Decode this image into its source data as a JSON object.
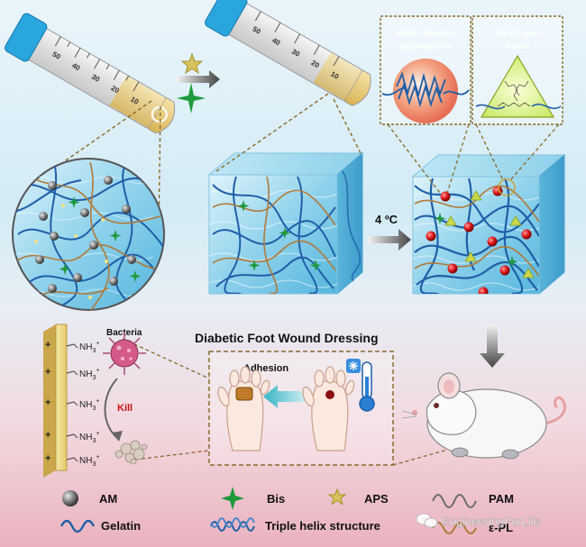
{
  "figure": {
    "labels": {
      "hydrophobic_line1": "Hydrophobic",
      "hydrophobic_line2": "aggregation",
      "hydrogen_line1": "Hydrogen",
      "hydrogen_line2": "bond",
      "temperature": "4 ºC",
      "dressing_title": "Diabetic Foot Wound Dressing",
      "adhesion": "Adhesion",
      "bacteria": "Bacteria",
      "kill": "Kill",
      "ammonium": "NH",
      "ammonium_charge": "3",
      "ammonium_plus": "+",
      "plus_sign": "+"
    },
    "tube_scale": [
      "50",
      "40",
      "30",
      "20",
      "10"
    ],
    "legend": {
      "am": "AM",
      "bis": "Bis",
      "aps": "APS",
      "pam": "PAM",
      "gelatin": "Gelatin",
      "triple_helix": "Triple helix structure",
      "epl": "ε-PL"
    },
    "watermark": "EngineeringForLife"
  },
  "colors": {
    "gelatin_blue": "#1f5fa8",
    "pam_gray": "#6d6d6d",
    "pam_brown": "#b07a3a",
    "bis_green": "#1e9a3c",
    "aps_gold": "#d8c25a",
    "sphere_gray": "#7a7a7a",
    "red_node": "#e01a1a",
    "epl_yellow": "#c9d84a",
    "tube_cap": "#2aa6df",
    "dashed_frame": "#a07a2e",
    "kill_red": "#d01010"
  }
}
